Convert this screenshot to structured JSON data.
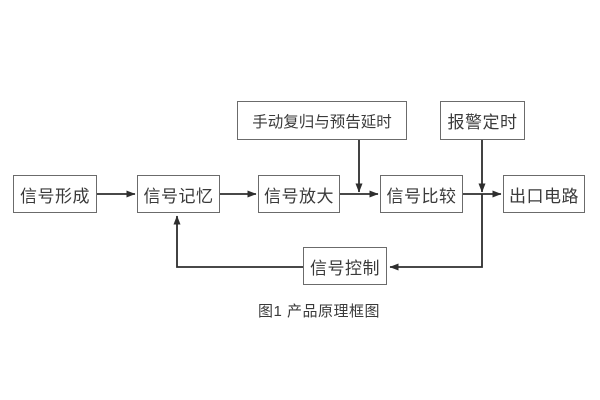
{
  "diagram": {
    "caption": "图1 产品原理框图",
    "nodes": {
      "signal_formation": "信号形成",
      "signal_memory": "信号记忆",
      "signal_amplification": "信号放大",
      "signal_comparison": "信号比较",
      "output_circuit": "出口电路",
      "manual_reset_delay": "手动复归与预告延时",
      "alarm_timing": "报警定时",
      "signal_control": "信号控制"
    },
    "connections": [
      {
        "from": "信号形成",
        "to": "信号记忆",
        "type": "arrow-right"
      },
      {
        "from": "信号记忆",
        "to": "信号放大",
        "type": "arrow-right"
      },
      {
        "from": "信号放大",
        "to": "信号比较",
        "type": "arrow-right"
      },
      {
        "from": "手动复归与预告延时",
        "to": "信号放大→信号比较 连线",
        "type": "arrow-down"
      },
      {
        "from": "信号比较",
        "to": "出口电路",
        "type": "arrow-right"
      },
      {
        "from": "报警定时",
        "to": "信号比较→出口电路 连线",
        "type": "arrow-down"
      },
      {
        "from": "信号比较",
        "to": "信号控制",
        "type": "feedback-arrow-left"
      },
      {
        "from": "信号控制",
        "to": "信号记忆",
        "type": "feedback-arrow-up"
      }
    ],
    "colors": {
      "background": "#ffffff",
      "box_border": "#6b6b6b",
      "line": "#2e2e2e",
      "text": "#3a3a3a"
    }
  }
}
